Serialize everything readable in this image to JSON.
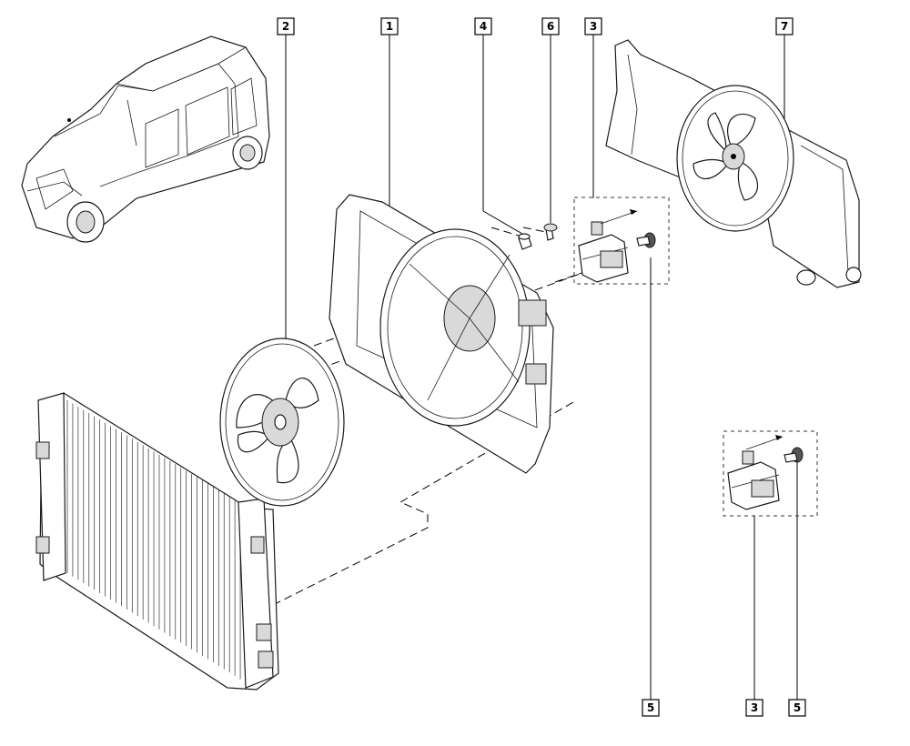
{
  "callouts": {
    "c1": "1",
    "c2": "2",
    "c3_top": "3",
    "c4": "4",
    "c5_bottom_left": "5",
    "c3_bottom": "3",
    "c5_bottom_right": "5",
    "c6": "6",
    "c7": "7"
  }
}
